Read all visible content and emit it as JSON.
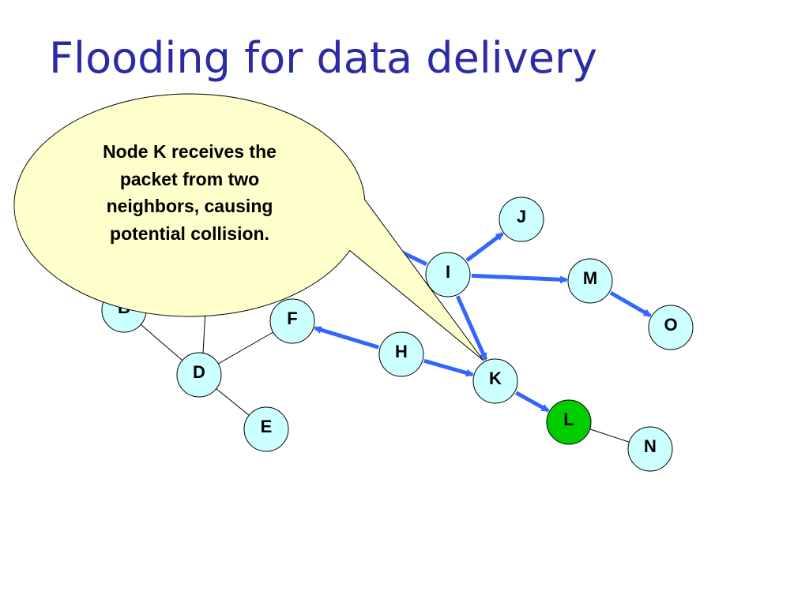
{
  "title": "Flooding for data delivery",
  "callout": {
    "lines": [
      "Node K receives the",
      "packet from two",
      "neighbors, causing",
      "potential collision."
    ],
    "fill": "#ffffcc"
  },
  "colors": {
    "node_fill": "#ccffff",
    "highlight_fill": "#00cc00",
    "arrow": "#3366ff",
    "title": "#2b2ba6"
  },
  "nodes": [
    {
      "id": "B",
      "label": "B"
    },
    {
      "id": "C",
      "label": ""
    },
    {
      "id": "D",
      "label": "D"
    },
    {
      "id": "E",
      "label": "E"
    },
    {
      "id": "F",
      "label": "F"
    },
    {
      "id": "H",
      "label": "H"
    },
    {
      "id": "I",
      "label": "I"
    },
    {
      "id": "J",
      "label": "J"
    },
    {
      "id": "K",
      "label": "K"
    },
    {
      "id": "L",
      "label": "L",
      "highlight": true
    },
    {
      "id": "M",
      "label": "M"
    },
    {
      "id": "N",
      "label": "N"
    },
    {
      "id": "O",
      "label": "O"
    }
  ],
  "links": [
    {
      "from": "B",
      "to": "D"
    },
    {
      "from": "D",
      "to": "F"
    },
    {
      "from": "D",
      "to": "E"
    },
    {
      "from": "L",
      "to": "N"
    }
  ],
  "flows": [
    {
      "from": "I",
      "to": "C"
    },
    {
      "from": "I",
      "to": "J"
    },
    {
      "from": "I",
      "to": "M"
    },
    {
      "from": "I",
      "to": "K"
    },
    {
      "from": "M",
      "to": "O"
    },
    {
      "from": "H",
      "to": "F"
    },
    {
      "from": "H",
      "to": "K"
    },
    {
      "from": "K",
      "to": "L"
    }
  ]
}
